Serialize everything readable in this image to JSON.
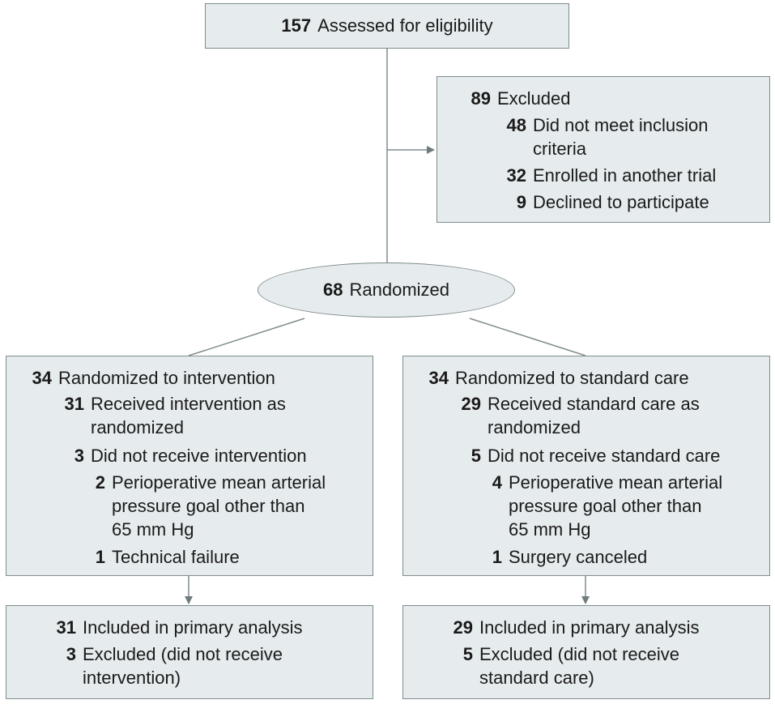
{
  "assessed": {
    "n": "157",
    "label": "Assessed for eligibility"
  },
  "excluded": {
    "n": "89",
    "label": "Excluded",
    "reasons": [
      {
        "n": "48",
        "lines": [
          "Did not meet inclusion",
          "criteria"
        ]
      },
      {
        "n": "32",
        "lines": [
          "Enrolled in another trial"
        ]
      },
      {
        "n": "9",
        "lines": [
          "Declined to participate"
        ]
      }
    ]
  },
  "randomized": {
    "n": "68",
    "label": "Randomized"
  },
  "intervention": {
    "n": "34",
    "label": "Randomized to intervention",
    "received": {
      "n": "31",
      "lines": [
        "Received intervention as",
        "randomized"
      ]
    },
    "not_received": {
      "n": "3",
      "label": "Did not receive intervention"
    },
    "reasons": [
      {
        "n": "2",
        "lines": [
          "Perioperative mean arterial",
          "pressure goal other than",
          "65 mm Hg"
        ]
      },
      {
        "n": "1",
        "lines": [
          "Technical failure"
        ]
      }
    ]
  },
  "standard": {
    "n": "34",
    "label": "Randomized to standard care",
    "received": {
      "n": "29",
      "lines": [
        "Received standard care as",
        "randomized"
      ]
    },
    "not_received": {
      "n": "5",
      "label": "Did not receive standard care"
    },
    "reasons": [
      {
        "n": "4",
        "lines": [
          "Perioperative mean arterial",
          "pressure goal other than",
          "65 mm Hg"
        ]
      },
      {
        "n": "1",
        "lines": [
          "Surgery canceled"
        ]
      }
    ]
  },
  "analysis_intervention": {
    "included": {
      "n": "31",
      "label": "Included in primary analysis"
    },
    "excluded": {
      "n": "3",
      "lines": [
        "Excluded (did not receive",
        "intervention)"
      ]
    }
  },
  "analysis_standard": {
    "included": {
      "n": "29",
      "label": "Included in primary analysis"
    },
    "excluded": {
      "n": "5",
      "lines": [
        "Excluded (did not receive",
        "standard care)"
      ]
    }
  },
  "colors": {
    "box_fill": "#e6ebed",
    "box_border": "#7f8c8d",
    "line": "#7f8c8d"
  }
}
